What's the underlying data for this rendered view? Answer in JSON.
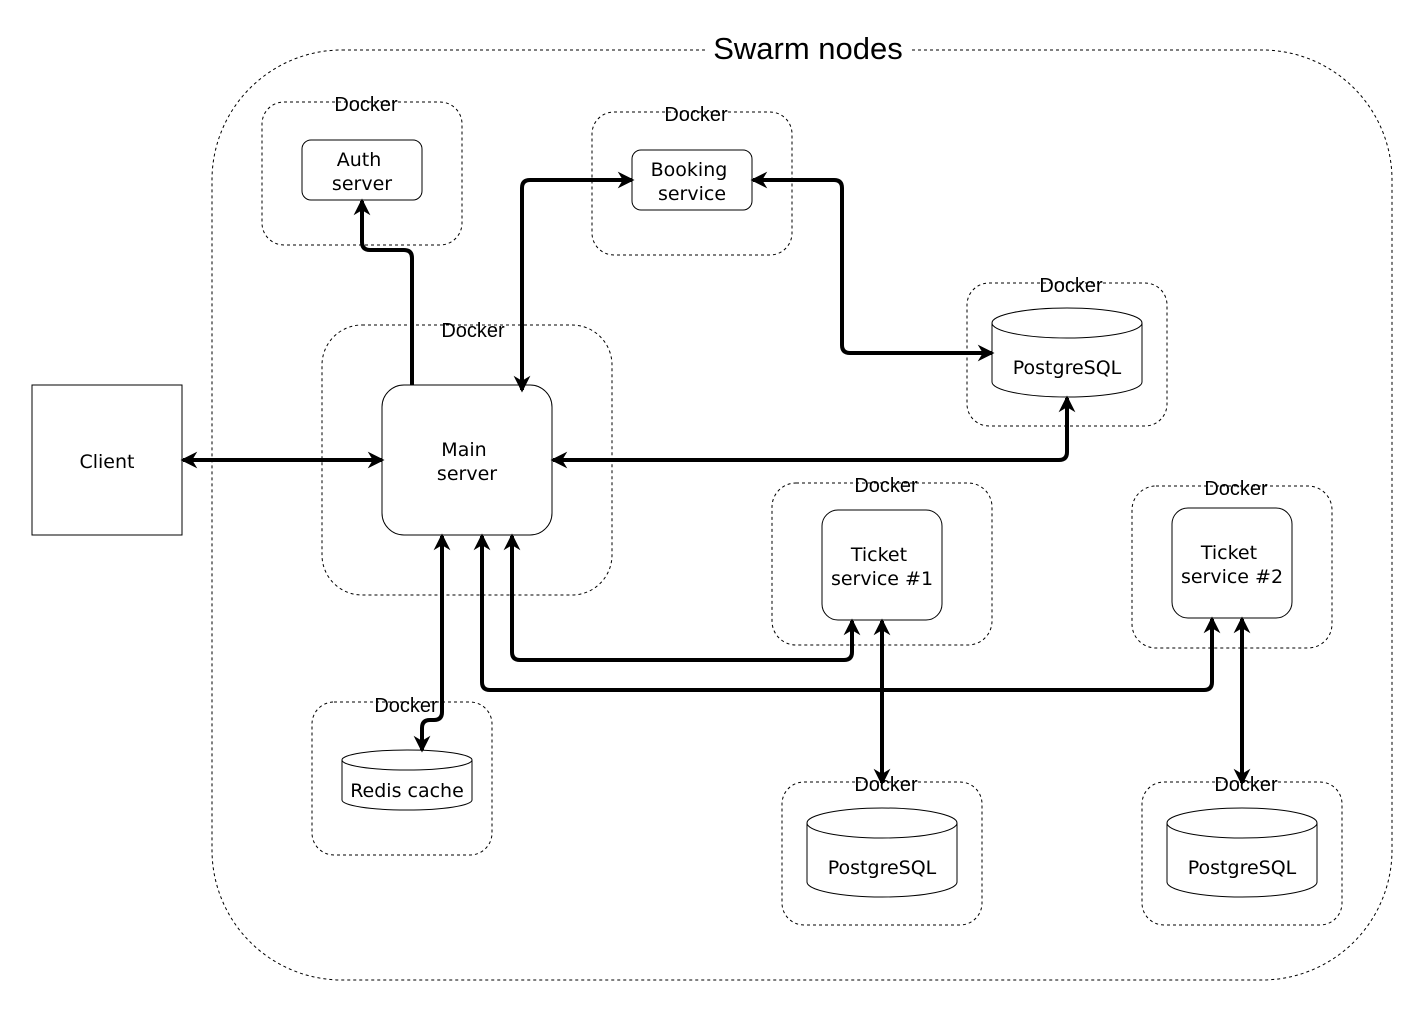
{
  "title": "Swarm nodes",
  "container_label": "Docker",
  "client": {
    "label": "Client"
  },
  "auth_server": {
    "line1": "Auth",
    "line2": "server"
  },
  "booking_service": {
    "line1": "Booking",
    "line2": "service"
  },
  "main_server": {
    "line1": "Main",
    "line2": "server"
  },
  "ticket_service_1": {
    "line1": "Ticket",
    "line2": "service #1"
  },
  "ticket_service_2": {
    "line1": "Ticket",
    "line2": "service #2"
  },
  "booking_db": {
    "label": "PostgreSQL"
  },
  "ticket_db_1": {
    "label": "PostgreSQL"
  },
  "ticket_db_2": {
    "label": "PostgreSQL"
  },
  "redis": {
    "label": "Redis cache"
  },
  "colors": {
    "stroke": "#000000",
    "background": "#ffffff"
  },
  "connections": [
    {
      "from": "Client",
      "to": "Main server",
      "direction": "both"
    },
    {
      "from": "Main server",
      "to": "Auth server",
      "direction": "forward"
    },
    {
      "from": "Main server",
      "to": "Booking service",
      "direction": "both"
    },
    {
      "from": "Booking service",
      "to": "PostgreSQL",
      "direction": "both"
    },
    {
      "from": "Main server",
      "to": "PostgreSQL",
      "direction": "both"
    },
    {
      "from": "Main server",
      "to": "Ticket service #1",
      "direction": "both"
    },
    {
      "from": "Main server",
      "to": "Ticket service #2",
      "direction": "both"
    },
    {
      "from": "Main server",
      "to": "Redis cache",
      "direction": "both"
    },
    {
      "from": "Ticket service #1",
      "to": "PostgreSQL",
      "direction": "both"
    },
    {
      "from": "Ticket service #2",
      "to": "PostgreSQL",
      "direction": "both"
    }
  ]
}
